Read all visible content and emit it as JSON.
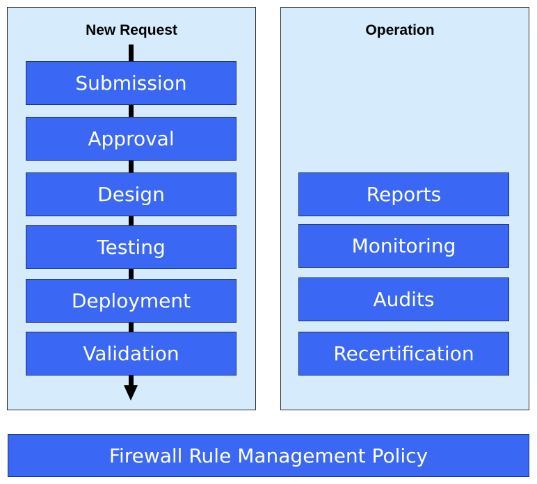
{
  "new_request": {
    "title": "New Request",
    "steps": [
      "Submission",
      "Approval",
      "Design",
      "Testing",
      "Deployment",
      "Validation"
    ]
  },
  "operation": {
    "title": "Operation",
    "items": [
      "Reports",
      "Monitoring",
      "Audits",
      "Recertification"
    ]
  },
  "policy": {
    "label": "Firewall Rule Management Policy"
  },
  "colors": {
    "panel_fill": "#d6ebfb",
    "box_fill": "#3a68f5",
    "box_text": "#ffffff",
    "flow_line": "#000000"
  }
}
